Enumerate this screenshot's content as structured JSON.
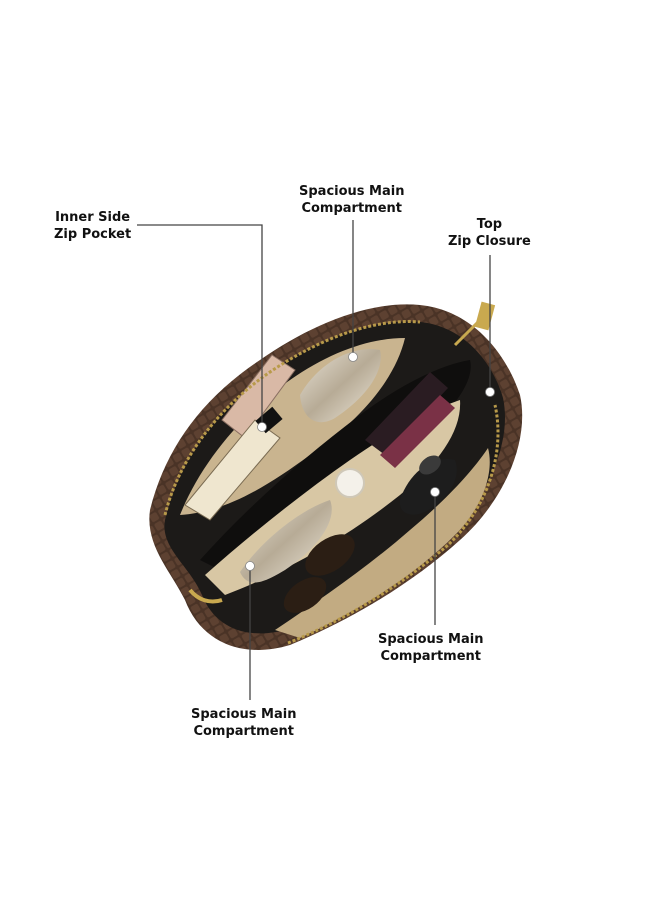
{
  "callouts": {
    "inner_side_zip_pocket": {
      "line1": "Inner Side",
      "line2": "Zip Pocket"
    },
    "main_compartment_top": {
      "line1": "Spacious Main",
      "line2": "Compartment"
    },
    "top_zip_closure": {
      "line1": "Top",
      "line2": "Zip Closure"
    },
    "main_compartment_right": {
      "line1": "Spacious Main",
      "line2": "Compartment"
    },
    "main_compartment_bottom": {
      "line1": "Spacious Main",
      "line2": "Compartment"
    }
  },
  "colors": {
    "background": "#ffffff",
    "bag_leather": "#1c1a18",
    "croc_trim": "#4a3326",
    "lining": "#c9b48f",
    "zipper_gold": "#b89a4a",
    "callout_line": "#444444",
    "callout_dot": "#ffffff"
  }
}
